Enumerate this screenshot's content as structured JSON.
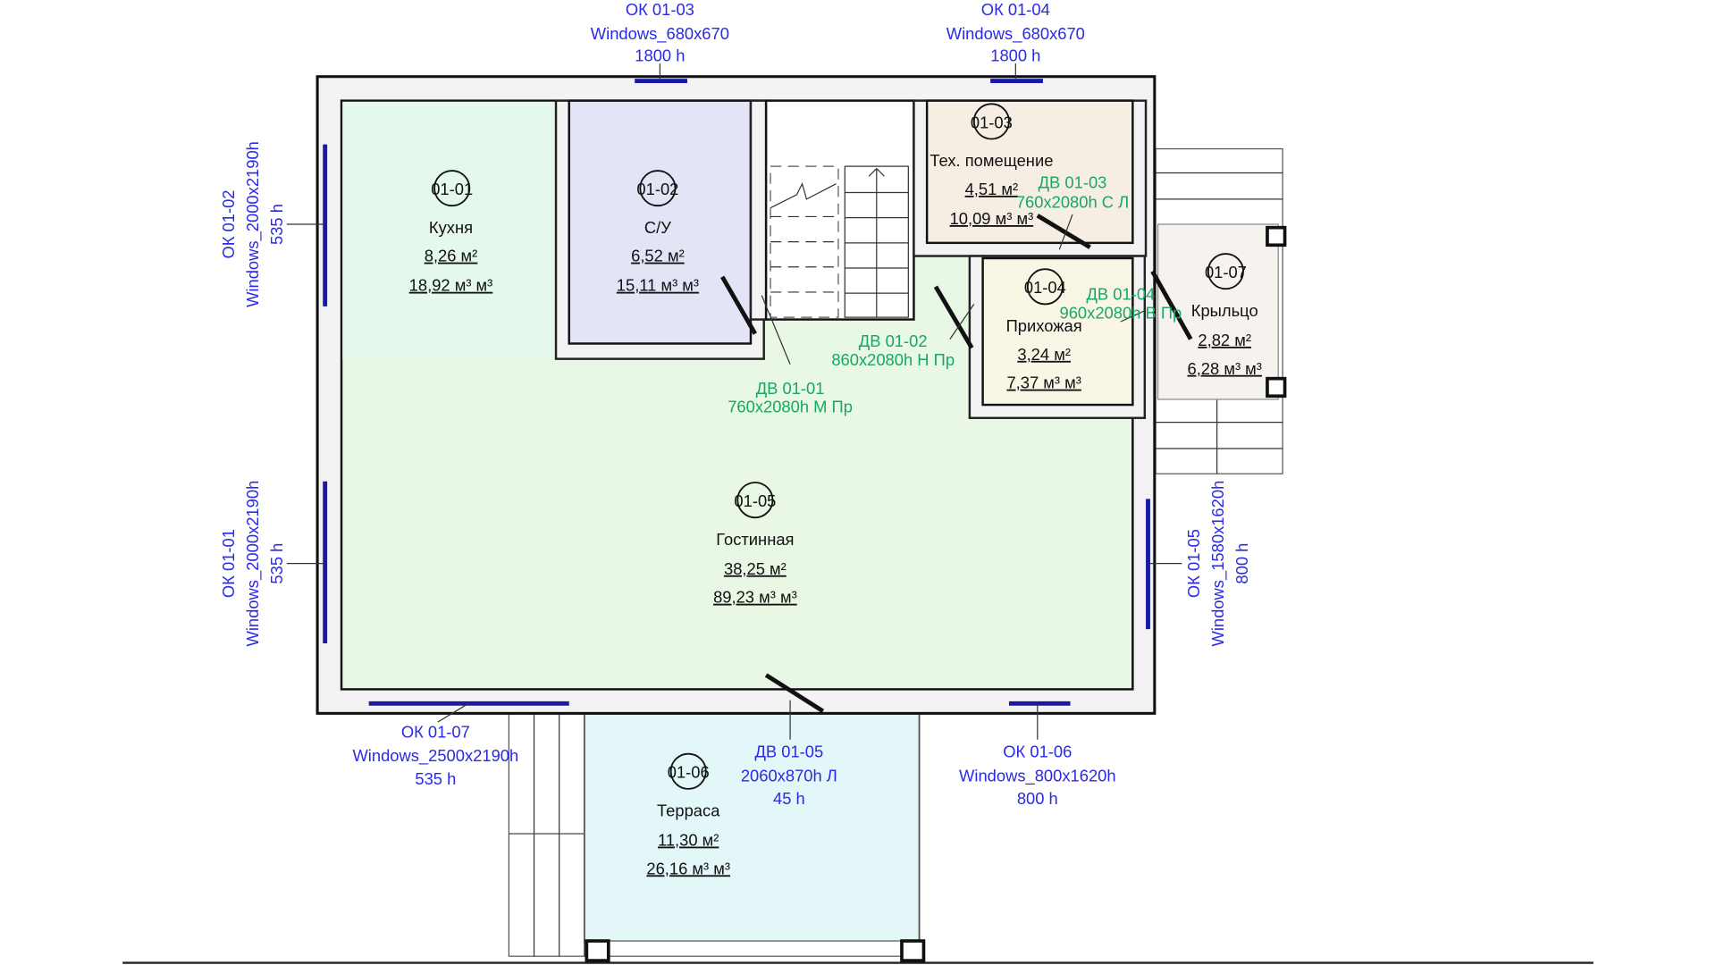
{
  "rooms": [
    {
      "num": "01-01",
      "name": "Кухня",
      "area": "8,26 м²",
      "volume": "18,92 м³ м³",
      "color": "#e4f8ee"
    },
    {
      "num": "01-02",
      "name": "С/У",
      "area": "6,52 м²",
      "volume": "15,11 м³ м³",
      "color": "#e3e5f7"
    },
    {
      "num": "01-03",
      "name": "Тех. помещение",
      "area": "4,51 м²",
      "volume": "10,09 м³ м³",
      "color": "#f6eee2"
    },
    {
      "num": "01-04",
      "name": "Прихожая",
      "area": "3,24 м²",
      "volume": "7,37 м³ м³",
      "color": "#faf6e6"
    },
    {
      "num": "01-05",
      "name": "Гостинная",
      "area": "38,25 м²",
      "volume": "89,23 м³ м³",
      "color": "#e8f8e4"
    },
    {
      "num": "01-06",
      "name": "Терраса",
      "area": "11,30 м²",
      "volume": "26,16 м³ м³",
      "color": "#e3f7f9"
    },
    {
      "num": "01-07",
      "name": "Крыльцо",
      "area": "2,82 м²",
      "volume": "6,28 м³ м³",
      "color": "#f6f3ee"
    }
  ],
  "windows": [
    {
      "id": "ОК 01-01",
      "type": "Windows_2000x2190h",
      "height": "535 h"
    },
    {
      "id": "ОК 01-02",
      "type": "Windows_2000x2190h",
      "height": "535 h"
    },
    {
      "id": "ОК 01-03",
      "type": "Windows_680x670",
      "height": "1800 h"
    },
    {
      "id": "ОК 01-04",
      "type": "Windows_680x670",
      "height": "1800 h"
    },
    {
      "id": "ОК 01-05",
      "type": "Windows_1580x1620h",
      "height": "800 h"
    },
    {
      "id": "ОК 01-06",
      "type": "Windows_800x1620h",
      "height": "800 h"
    },
    {
      "id": "ОК 01-07",
      "type": "Windows_2500x2190h",
      "height": "535 h"
    }
  ],
  "doors": [
    {
      "id": "ДВ 01-01",
      "spec": "760x2080h М Пр"
    },
    {
      "id": "ДВ 01-02",
      "spec": "860x2080h Н Пр"
    },
    {
      "id": "ДВ 01-03",
      "spec": "760x2080h С Л"
    },
    {
      "id": "ДВ 01-04",
      "spec": "960x2080h В Пр"
    },
    {
      "id": "ДВ 01-05",
      "spec": "2060x870h Л",
      "height": "45 h"
    }
  ],
  "colors": {
    "window_label": "#2a2ae6",
    "door_label": "#17a862",
    "glass": "#1a1aa0"
  }
}
